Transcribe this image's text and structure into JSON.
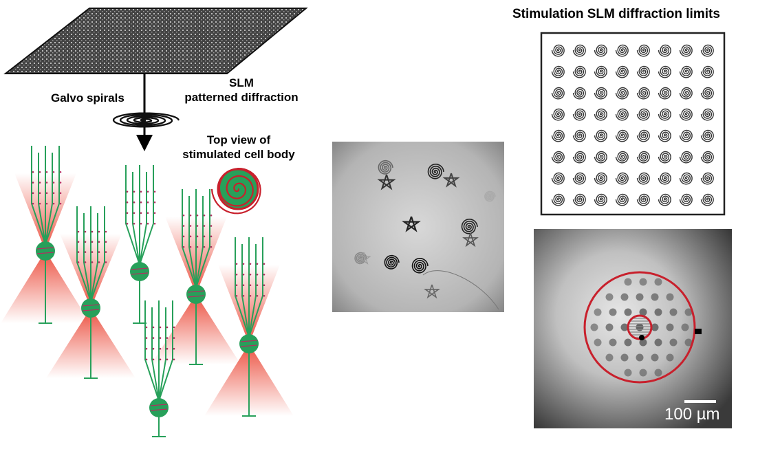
{
  "labels": {
    "galvo": "Galvo spirals",
    "slm_line1": "SLM",
    "slm_line2": "patterned diffraction",
    "topview_line1": "Top view of",
    "topview_line2": "stimulated cell body",
    "panel_title": "Stimulation SLM diffraction limits",
    "scale_bar": "100 µm"
  },
  "spiral_grid": {
    "rows": 8,
    "cols": 8
  },
  "colors": {
    "neuron": "#27a05a",
    "light": "#e8321f",
    "ring": "#c8202c",
    "dark": "#111111",
    "frame": "#222222"
  },
  "icons": [
    "slm-panel-icon",
    "galvo-spiral-icon",
    "arrow-down-icon",
    "cell-body-spiral-icon"
  ]
}
